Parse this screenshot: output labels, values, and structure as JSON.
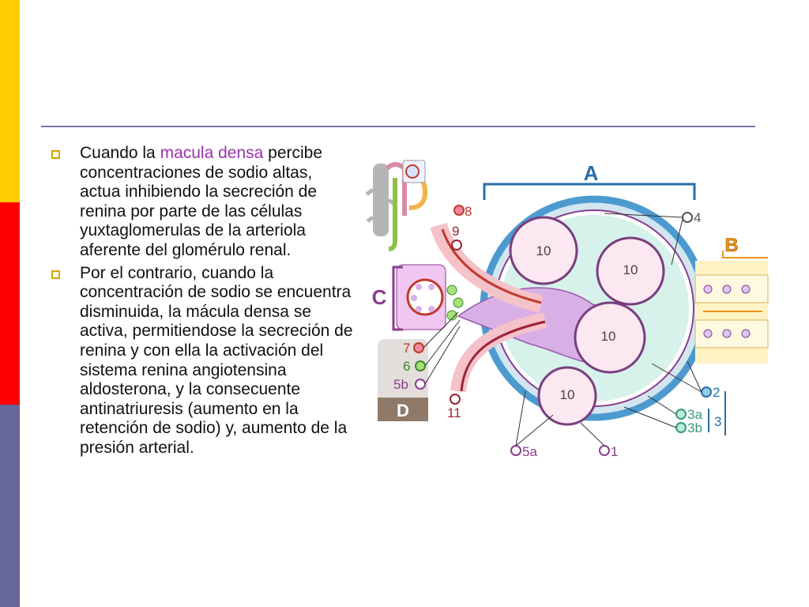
{
  "bullets": [
    {
      "before": "Cuando la ",
      "highlight": "macula densa",
      "after": " percibe concentraciones de sodio altas, actua inhibiendo la secreción de renina por parte de las células yuxtaglomerulas de la arteriola aferente del glomérulo renal."
    },
    {
      "text": "Por el contrario, cuando la concentración de sodio se encuentra disminuida, la mácula densa se activa, permitiendose la secreción de renina y con ella la activación del sistema renina angiotensina aldosterona, y la consecuente antinatriuresis (aumento en la retención de sodio) y, aumento de la presión arterial."
    }
  ],
  "figure": {
    "section_labels": {
      "a": "A",
      "b": "B",
      "c": "C",
      "d": "D"
    },
    "capillary_labels": [
      "10",
      "10",
      "10",
      "10"
    ],
    "callouts": {
      "c1": "1",
      "c2": "2",
      "c3": "3",
      "c3a": "3a",
      "c3b": "3b",
      "c4": "4",
      "c5a": "5a",
      "c5b": "5b",
      "c6": "6",
      "c7": "7",
      "c8": "8",
      "c9": "9",
      "c11": "11"
    }
  },
  "colors": {
    "stripe_top": "#FFCC00",
    "stripe_mid": "#FF0000",
    "stripe_bottom": "#666699",
    "highlight": "#9933AA",
    "bullet": "#D4A400",
    "label_blue": "#2a6ea6",
    "label_orange": "#e8931a",
    "label_purple": "#8a3d8f",
    "label_gray": "#7d6a5a"
  }
}
